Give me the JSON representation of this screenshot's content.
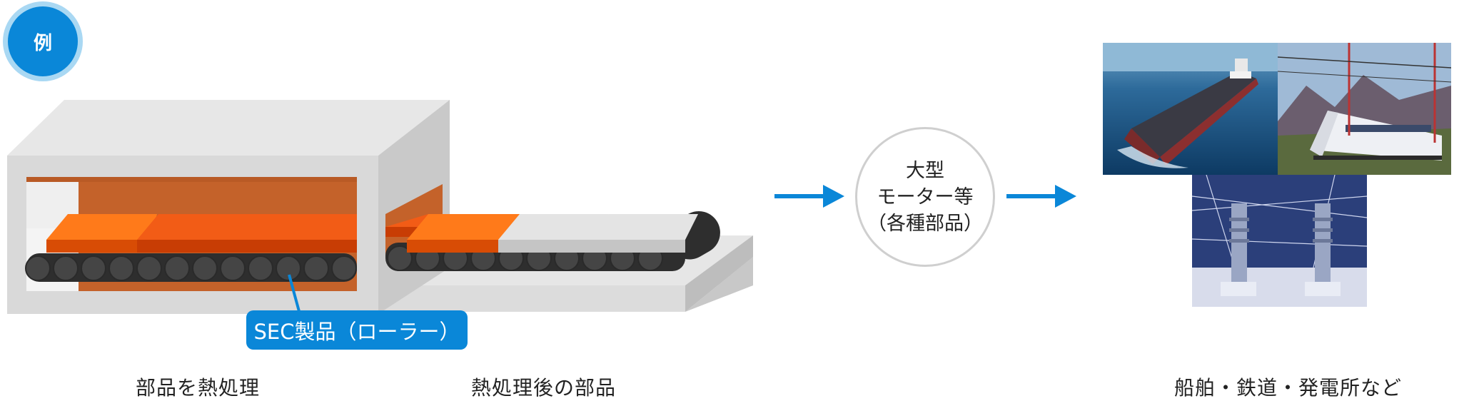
{
  "badge": {
    "label": "例"
  },
  "sec_label": "SEC製品（ローラー）",
  "captions": {
    "furnace": "部品を熱処理",
    "after": "熱処理後の部品",
    "applications": "船舶・鉄道・発電所など"
  },
  "motor": {
    "lines": [
      "大型",
      "モーター等",
      "（各種部品）"
    ]
  },
  "colors": {
    "accent": "#0a87d8",
    "badge_ring": "#a9d8f3",
    "hot_part": "#e8640c",
    "furnace_interior": "#c4622a",
    "cool_part": "#e0e0e0",
    "roller": "#3c3c3c",
    "furnace_body": "#d6d6d6"
  },
  "photos": [
    {
      "name": "ship-photo"
    },
    {
      "name": "train-photo"
    },
    {
      "name": "power-plant-photo"
    }
  ]
}
